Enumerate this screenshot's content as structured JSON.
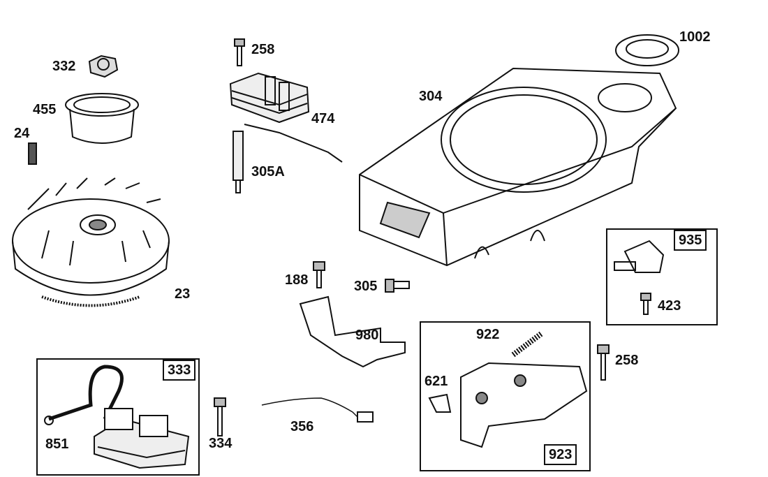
{
  "diagram": {
    "callouts": {
      "p332": "332",
      "p455": "455",
      "p24": "24",
      "p23": "23",
      "p258a": "258",
      "p474": "474",
      "p305A": "305A",
      "p304": "304",
      "p1002": "1002",
      "p423": "423",
      "p188": "188",
      "p305": "305",
      "p980": "980",
      "p922": "922",
      "p621": "621",
      "p258b": "258",
      "p851": "851",
      "p334": "334",
      "p356": "356"
    },
    "kits": {
      "k935": "935",
      "k923": "923",
      "k333": "333"
    }
  }
}
